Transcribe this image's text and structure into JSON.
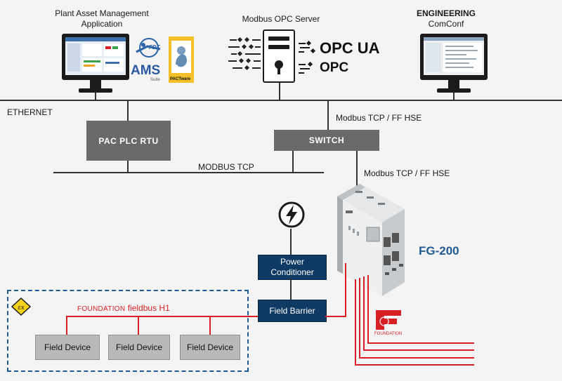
{
  "top": {
    "pam_title": "Plant Asset Management",
    "pam_subtitle": "Application",
    "opc_title": "Modbus OPC Server",
    "eng_title": "ENGINEERING",
    "eng_subtitle": "ComConf"
  },
  "logos": {
    "fdt": "FDT",
    "ams": "AMS",
    "ams_sub": "Suite",
    "pact": "PACTware",
    "opc_ua": "OPC UA",
    "opc": "OPC",
    "foundation": "FOUNDATION"
  },
  "network": {
    "ethernet": "ETHERNET",
    "modbus_tcp": "MODBUS TCP",
    "switch_link": "Modbus TCP / FF HSE",
    "fg_link": "Modbus TCP / FF HSE"
  },
  "boxes": {
    "pac": "PAC  PLC  RTU",
    "switch": "SWITCH",
    "power_line1": "Power",
    "power_line2": "Conditioner",
    "field_barrier": "Field Barrier"
  },
  "device": {
    "name": "FG-200"
  },
  "fieldbus": {
    "label_caps": "FOUNDATION",
    "label_rest": " fieldbus H1",
    "devices": [
      "Field Device",
      "Field Device",
      "Field Device"
    ]
  },
  "colors": {
    "navy": "#0e3a63",
    "red": "#d81f26",
    "gray": "#6a6a6a",
    "blue": "#1f5b92"
  }
}
